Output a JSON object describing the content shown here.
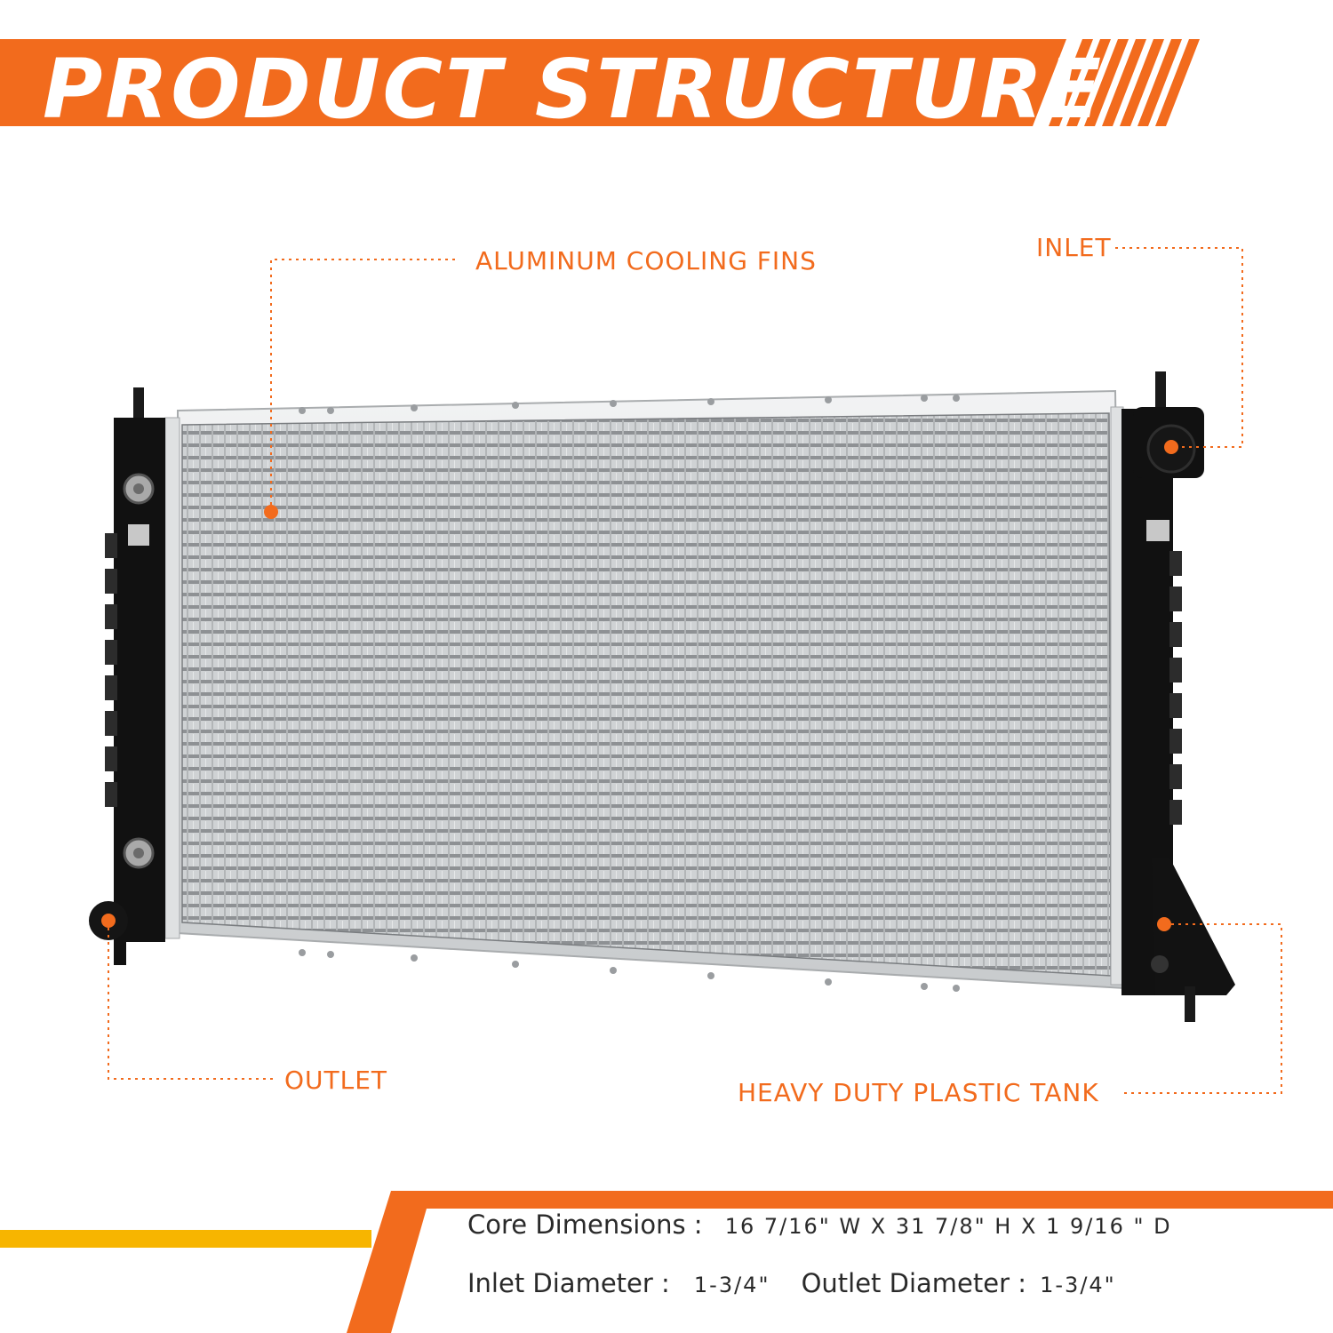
{
  "banner": {
    "title": "PRODUCT STRUCTURE",
    "color": "#f26b1d"
  },
  "callouts": {
    "cooling_fins": "ALUMINUM COOLING FINS",
    "inlet": "INLET",
    "outlet": "OUTLET",
    "tank": "HEAVY DUTY PLASTIC TANK",
    "color": "#f26b1d"
  },
  "specs": {
    "core_label": "Core Dimensions :",
    "core_value": "16 7/16\" W X 31 7/8\" H X 1 9/16 \" D",
    "inlet_label": "Inlet Diameter :",
    "inlet_value": "1-3/4\"",
    "outlet_label": "Outlet Diameter :",
    "outlet_value": "1-3/4\"",
    "accent_orange": "#f26b1d",
    "accent_yellow": "#f7b500"
  }
}
